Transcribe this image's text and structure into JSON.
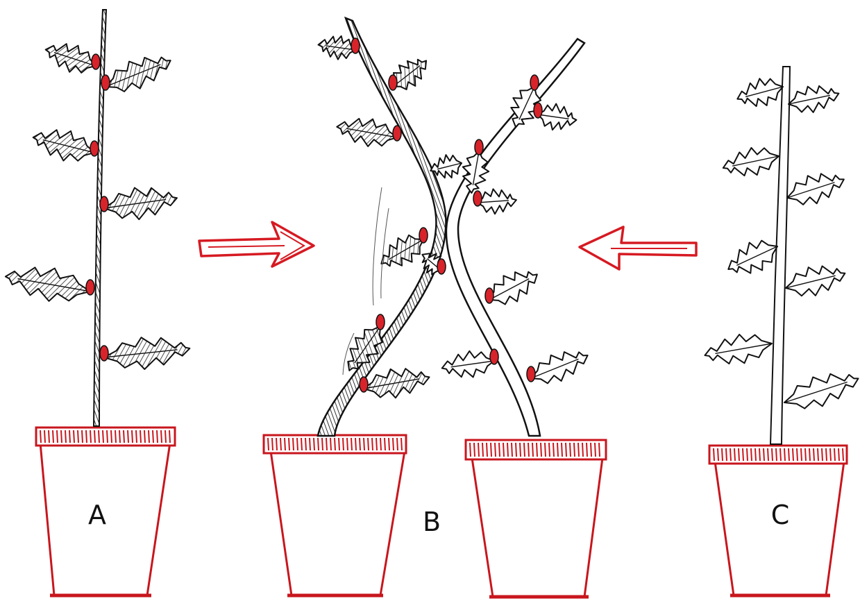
{
  "labels": {
    "a": "A",
    "b": "B",
    "c": "C"
  },
  "colors": {
    "ink": "#111111",
    "pot": "#c8161d",
    "arrow": "#d61a22",
    "bud": "#d8232a",
    "dark_leaf_fill": "#6b6b6b",
    "paper": "#ffffff"
  },
  "diagram": {
    "arrows": [
      {
        "from": "A",
        "to": "B",
        "direction": "right"
      },
      {
        "from": "C",
        "to": "B",
        "direction": "left"
      }
    ],
    "plants": [
      {
        "id": "A",
        "stem": "dark",
        "leaves": "dark"
      },
      {
        "id": "B-left",
        "stem": "dark",
        "leaves": "dark"
      },
      {
        "id": "B-right",
        "stem": "light",
        "leaves": "light"
      },
      {
        "id": "C",
        "stem": "light",
        "leaves": "light"
      }
    ]
  }
}
